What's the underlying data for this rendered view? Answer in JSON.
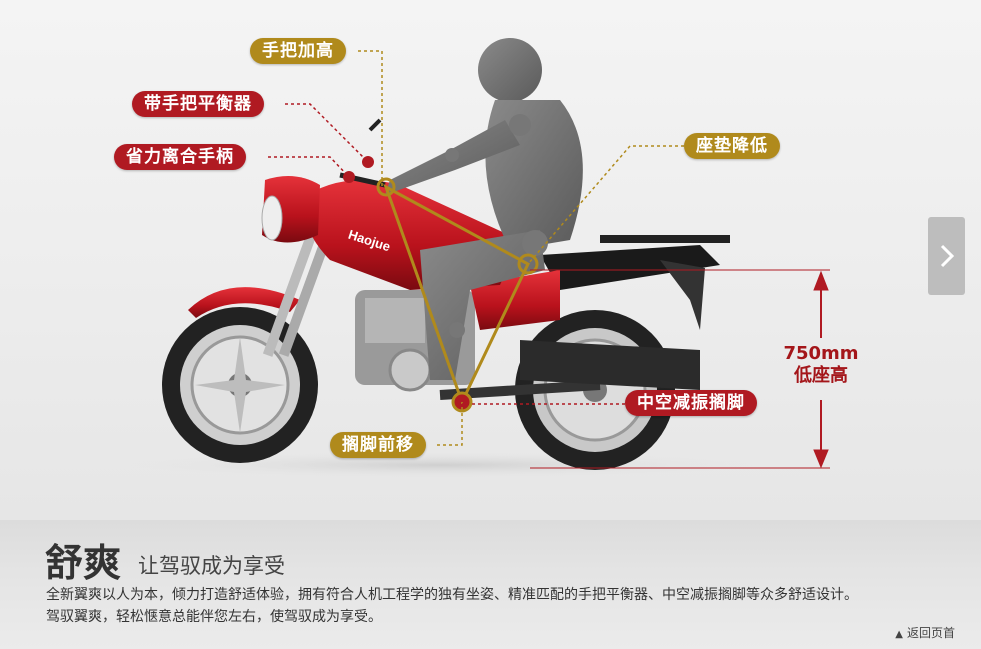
{
  "labels": {
    "handlebar_raise": "手把加高",
    "handlebar_balancer": "带手把平衡器",
    "easy_clutch": "省力离合手柄",
    "seat_lower": "座垫降低",
    "footrest_forward": "搁脚前移",
    "hollow_footrest": "中空减振搁脚"
  },
  "seat_height": {
    "value": "750mm",
    "caption": "低座高"
  },
  "brand_on_tank": "Haojue",
  "footer": {
    "title": "舒爽",
    "subtitle": "让驾驭成为享受",
    "line1": "全新翼爽以人为本，倾力打造舒适体验，拥有符合人机工程学的独有坐姿、精准匹配的手把平衡器、中空减振搁脚等众多舒适设计。",
    "line2": "驾驭翼爽，轻松惬意总能伴您左右，使驾驭成为享受。",
    "back_to_top": "返回页首"
  },
  "icons": {
    "next": "chevron-right-icon",
    "back_top": "triangle-up-icon"
  },
  "colors": {
    "gold": "#b08a1c",
    "red": "#b01a22",
    "accent_text": "#a4161a"
  }
}
